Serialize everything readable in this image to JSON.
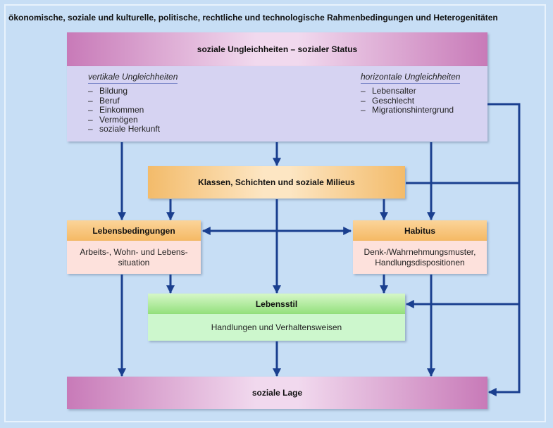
{
  "title": "ökonomische, soziale und kulturelle, politische, rechtliche und technologische Rahmenbedingungen und Heterogenitäten",
  "status": {
    "header": "soziale Ungleichheiten – sozialer Status",
    "vertical": {
      "title": "vertikale Ungleichheiten",
      "items": [
        "Bildung",
        "Beruf",
        "Einkommen",
        "Vermögen",
        "soziale Herkunft"
      ]
    },
    "horizontal": {
      "title": "horizontale Ungleichheiten",
      "items": [
        "Lebensalter",
        "Geschlecht",
        "Migrationshintergrund"
      ]
    }
  },
  "klassen": "Klassen, Schichten und soziale Milieus",
  "lebensbedingungen": {
    "title": "Lebensbedingungen",
    "line1": "Arbeits-, Wohn- und Lebens-",
    "line2": "situation"
  },
  "habitus": {
    "title": "Habitus",
    "line1": "Denk-/Wahrnehmungsmuster,",
    "line2": "Handlungsdispositionen"
  },
  "lebensstil": {
    "title": "Lebensstil",
    "body": "Handlungen und Verhaltensweisen"
  },
  "lage": "soziale Lage",
  "colors": {
    "arrow": "#1a3f8f",
    "background": "#c7def5"
  }
}
